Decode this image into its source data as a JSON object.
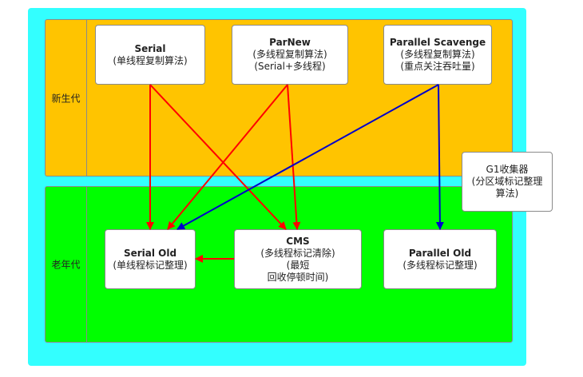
{
  "bands": {
    "young": "新生代",
    "old": "老年代"
  },
  "nodes": {
    "serial": {
      "title": "Serial",
      "lines": [
        "(单线程复制算法)"
      ]
    },
    "parnew": {
      "title": "ParNew",
      "lines": [
        "(多线程复制算法)",
        "(Serial+多线程)"
      ]
    },
    "parallel_scavenge": {
      "title": "Parallel Scavenge",
      "lines": [
        "(多线程复制算法)",
        "(重点关注吞吐量)"
      ]
    },
    "g1": {
      "title": "G1收集器",
      "lines": [
        "(分区域标记整理",
        "算法)"
      ]
    },
    "serial_old": {
      "title": "Serial Old",
      "lines": [
        "(单线程标记整理)"
      ]
    },
    "cms": {
      "title": "CMS",
      "lines": [
        "(多线程标记清除)",
        "(最短",
        "回收停顿时间)"
      ]
    },
    "parallel_old": {
      "title": "Parallel Old",
      "lines": [
        "(多线程标记整理)"
      ]
    }
  },
  "colors": {
    "outer": "#33ffff",
    "young_band": "#ffc400",
    "old_band": "#00ff00",
    "red_arrow": "#ff0000",
    "blue_arrow": "#0000cc"
  }
}
